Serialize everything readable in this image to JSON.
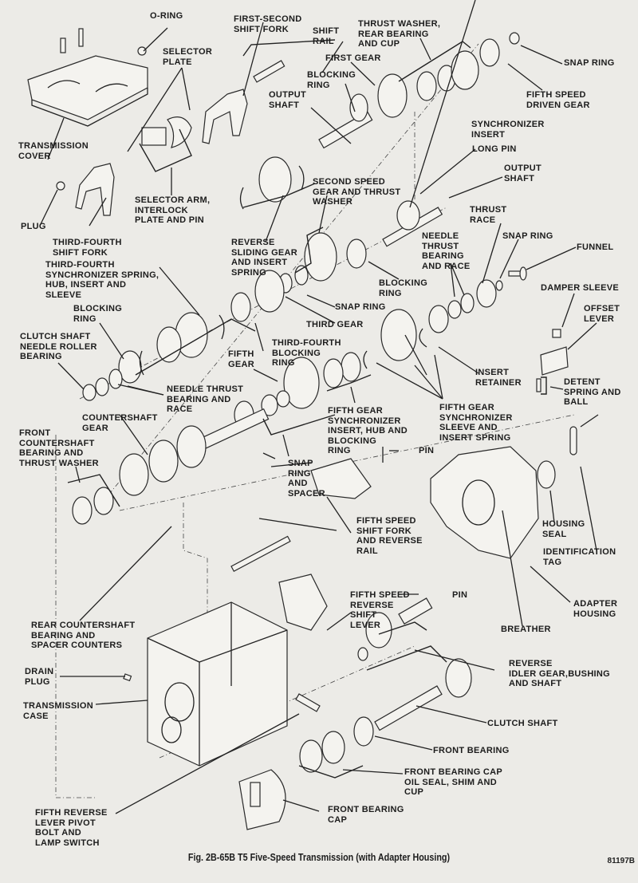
{
  "figure": {
    "caption": "Fig. 2B-65B   T5 Five-Speed Transmission (with Adapter Housing)",
    "code": "81197B"
  },
  "labels": {
    "o_ring": "O-RING",
    "first_second_shift_fork": "FIRST-SECOND\nSHIFT FORK",
    "shift_rail": "SHIFT\nRAIL",
    "thrust_washer_rear_bearing": "THRUST WASHER,\nREAR BEARING\nAND CUP",
    "snap_ring_top": "SNAP RING",
    "selector_plate": "SELECTOR\nPLATE",
    "first_gear": "FIRST GEAR",
    "blocking_ring_top": "BLOCKING\nRING",
    "output_shaft_top": "OUTPUT\nSHAFT",
    "fifth_speed_driven_gear": "FIFTH SPEED\nDRIVEN GEAR",
    "transmission_cover": "TRANSMISSION\nCOVER",
    "synchronizer_insert": "SYNCHRONIZER\nINSERT",
    "long_pin": "LONG PIN",
    "output_shaft_mid": "OUTPUT\nSHAFT",
    "selector_arm": "SELECTOR ARM,\nINTERLOCK\nPLATE AND PIN",
    "second_speed_gear": "SECOND SPEED\nGEAR AND THRUST\nWASHER",
    "plug": "PLUG",
    "third_fourth_shift_fork": "THIRD-FOURTH\nSHIFT FORK",
    "thrust_race": "THRUST\nRACE",
    "reverse_sliding_gear": "REVERSE\nSLIDING GEAR\nAND INSERT\nSPRING",
    "needle_thrust_bearing_race_right": "NEEDLE\nTHRUST\nBEARING\nAND RACE",
    "snap_ring_right": "SNAP RING",
    "funnel": "FUNNEL",
    "third_fourth_synchronizer": "THIRD-FOURTH\nSYNCHRONIZER SPRING,\nHUB, INSERT AND\nSLEEVE",
    "blocking_ring_mid": "BLOCKING\nRING",
    "damper_sleeve": "DAMPER SLEEVE",
    "snap_ring_mid": "SNAP RING",
    "offset_lever": "OFFSET\nLEVER",
    "blocking_ring_left": "BLOCKING\nRING",
    "third_gear": "THIRD GEAR",
    "clutch_shaft_needle_roller": "CLUTCH SHAFT\nNEEDLE ROLLER\nBEARING",
    "third_fourth_blocking_ring": "THIRD-FOURTH\nBLOCKING\nRING",
    "fifth_gear": "FIFTH\nGEAR",
    "insert_retainer": "INSERT\nRETAINER",
    "detent_spring_ball": "DETENT\nSPRING AND\nBALL",
    "needle_thrust_bearing_race_left": "NEEDLE THRUST\nBEARING AND\nRACE",
    "countershaft_gear": "COUNTERSHAFT\nGEAR",
    "fifth_gear_sync_insert_hub": "FIFTH GEAR\nSYNCHRONIZER\nINSERT, HUB AND\nBLOCKING\nRING",
    "fifth_gear_sync_sleeve": "FIFTH GEAR\nSYNCHRONIZER\nSLEEVE AND\nINSERT SPRING",
    "front_countershaft_bearing": "FRONT\nCOUNTERSHAFT\nBEARING AND\nTHRUST WASHER",
    "pin_mid": "PIN",
    "snap_ring_and_spacer": "SNAP\nRING\nAND\nSPACER",
    "fifth_speed_shift_fork": "FIFTH SPEED\nSHIFT FORK\nAND REVERSE\nRAIL",
    "housing_seal": "HOUSING\nSEAL",
    "identification_tag": "IDENTIFICATION\nTAG",
    "adapter_housing": "ADAPTER\nHOUSING",
    "fifth_speed_reverse_shift_lever": "FIFTH SPEED\nREVERSE\nSHIFT\nLEVER",
    "pin_lower": "PIN",
    "rear_countershaft_bearing": "REAR COUNTERSHAFT\nBEARING AND\nSPACER COUNTERS",
    "breather": "BREATHER",
    "drain_plug": "DRAIN\nPLUG",
    "reverse_idler_gear": "REVERSE\nIDLER GEAR,BUSHING\nAND SHAFT",
    "transmission_case": "TRANSMISSION\nCASE",
    "clutch_shaft": "CLUTCH SHAFT",
    "front_bearing": "FRONT BEARING",
    "front_bearing_cap_oil_seal": "FRONT BEARING CAP\nOIL SEAL, SHIM AND\nCUP",
    "fifth_reverse_lever_pivot": "FIFTH REVERSE\nLEVER PIVOT\nBOLT AND\nLAMP SWITCH",
    "front_bearing_cap": "FRONT BEARING\nCAP"
  }
}
